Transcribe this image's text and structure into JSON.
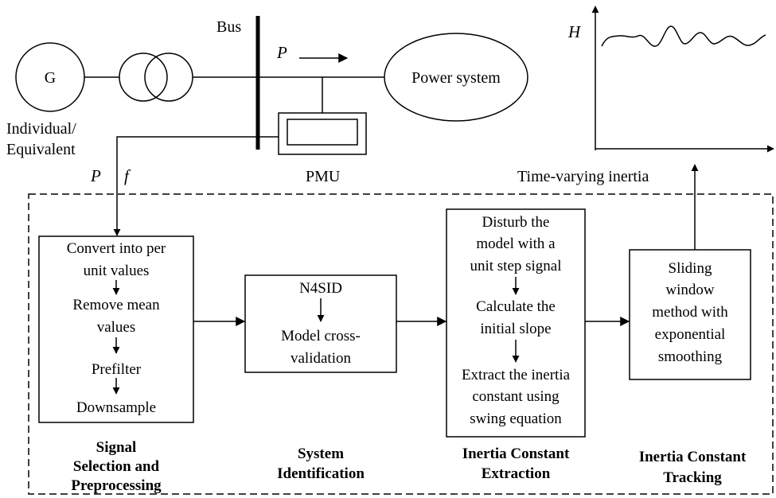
{
  "generator": {
    "label": "G"
  },
  "bus": {
    "label": "Bus"
  },
  "power_flow": {
    "label": "P"
  },
  "power_system": {
    "label": "Power system"
  },
  "pmu": {
    "label": "PMU"
  },
  "source_type": {
    "line1": "Individual/",
    "line2": "Equivalent"
  },
  "measured_signals": {
    "p": "P",
    "f": "f"
  },
  "inertia_plot": {
    "ylabel": "H",
    "caption": "Time-varying inertia"
  },
  "stages": [
    {
      "steps": [
        "Convert into per",
        "unit values",
        "Remove mean",
        "values",
        "Prefilter",
        "Downsample"
      ],
      "title": [
        "Signal",
        "Selection and",
        "Preprocessing"
      ]
    },
    {
      "steps": [
        "N4SID",
        "Model cross-",
        "validation"
      ],
      "title": [
        "System",
        "Identification"
      ]
    },
    {
      "steps": [
        "Disturb the",
        "model with a",
        "unit step signal",
        "Calculate the",
        "initial slope",
        "Extract the inertia",
        "constant using",
        "swing equation"
      ],
      "title": [
        "Inertia Constant",
        "Extraction"
      ]
    },
    {
      "steps": [
        "Sliding",
        "window",
        "method with",
        "exponential",
        "smoothing"
      ],
      "title": [
        "Inertia Constant",
        "Tracking"
      ]
    }
  ]
}
